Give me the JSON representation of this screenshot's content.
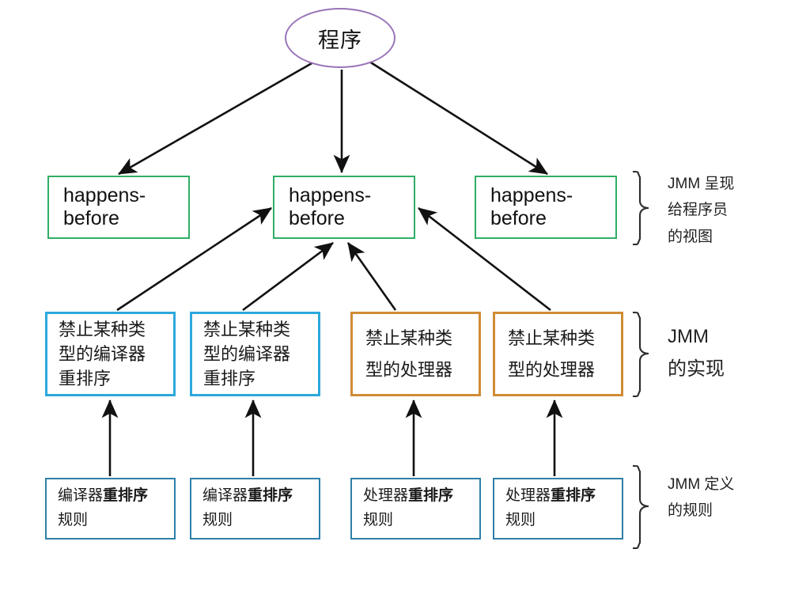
{
  "diagram": {
    "title_node": {
      "label": "程序",
      "shape": "ellipse",
      "color": "#9a74b8"
    },
    "rows": {
      "view_row": {
        "color": "#2FAE66",
        "boxes": [
          {
            "line1": "happens-",
            "line2": "before"
          },
          {
            "line1": "happens-",
            "line2": "before"
          },
          {
            "line1": "happens-",
            "line2": "before"
          }
        ],
        "annotation": "JMM 呈现\n给程序员\n的视图"
      },
      "impl_row": {
        "boxes": [
          {
            "color": "#2CA8DC",
            "line1": "禁止某种类",
            "line2": "型的编译器",
            "line3": "重排序"
          },
          {
            "color": "#2CA8DC",
            "line1": "禁止某种类",
            "line2": "型的编译器",
            "line3": "重排序"
          },
          {
            "color": "#D08B35",
            "line1": "禁止某种类",
            "line2": "型的处理器",
            "line3": ""
          },
          {
            "color": "#D08B35",
            "line1": "禁止某种类",
            "line2": "型的处理器",
            "line3": ""
          }
        ],
        "annotation": "JMM\n的实现"
      },
      "rule_row": {
        "color": "#2D7FA8",
        "boxes": [
          {
            "prefix": "编译器",
            "emphasis": "重排序",
            "line2": "规则"
          },
          {
            "prefix": "编译器",
            "emphasis": "重排序",
            "line2": "规则"
          },
          {
            "prefix": "处理器",
            "emphasis": "重排序",
            "line2": "规则"
          },
          {
            "prefix": "处理器",
            "emphasis": "重排序",
            "line2": "规则"
          }
        ],
        "annotation": "JMM 定义\n的规则"
      }
    },
    "edge_color": "#111111"
  }
}
